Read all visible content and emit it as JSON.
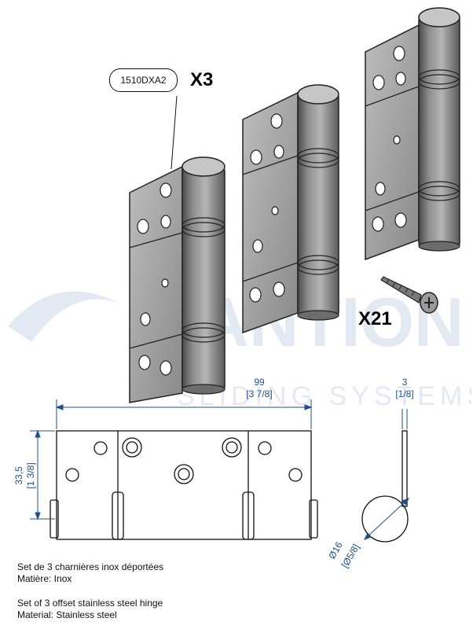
{
  "callout": {
    "part_code": "1510DXA2"
  },
  "quantities": {
    "hinges": "X3",
    "screws": "X21"
  },
  "watermark": {
    "brand_line1": "MANTION",
    "brand_line2": "SLIDING SYSTEMS"
  },
  "dimensions": {
    "width_mm": "99",
    "width_in": "[3 7/8]",
    "thickness_mm": "3",
    "thickness_in": "[1/8]",
    "height_mm": "33,5",
    "height_in": "[1 3/8]",
    "diameter_mm": "Ø16",
    "diameter_in": "[Ø5/8]"
  },
  "captions": {
    "fr_line1": "Set de 3 charnières inox déportées",
    "fr_line2": "Matière: Inox",
    "en_line1": "Set of 3 offset stainless steel hinge",
    "en_line2": "Material: Stainless steel"
  },
  "colors": {
    "steel_light": "#c9c9c9",
    "steel_mid": "#9a9a9a",
    "steel_dark": "#5c5c5c",
    "dimension_blue": "#1f4f8a",
    "watermark_blue": "#2d5fa8"
  }
}
